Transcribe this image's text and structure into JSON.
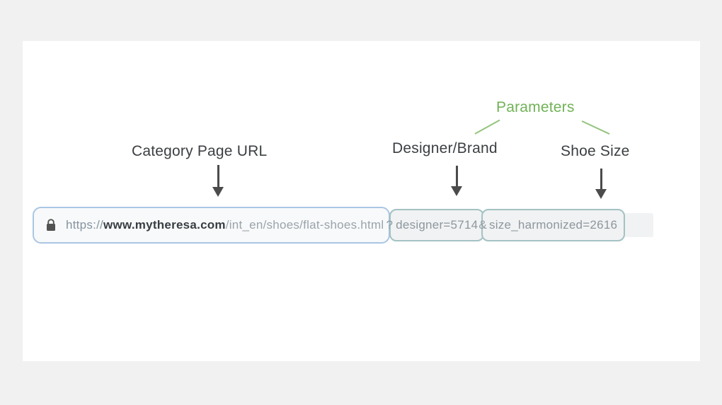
{
  "diagram": {
    "labels": {
      "category_page_url": "Category Page URL",
      "parameters": "Parameters",
      "designer_brand": "Designer/Brand",
      "shoe_size": "Shoe Size"
    },
    "url_bar": {
      "lock_icon": "lock-icon",
      "segments": {
        "scheme": "https://",
        "domain": "www.mytheresa.com",
        "path": "/int_en/shoes/flat-shoes.html",
        "query_separator": "?",
        "designer_param": "designer=5714",
        "ampersand": "&",
        "size_param": "size_harmonized=2616"
      },
      "full_url": "https://www.mytheresa.com/int_en/shoes/flat-shoes.html?designer=5714&size_harmonized=2616"
    },
    "colors": {
      "page_background": "#f1f1f2",
      "card_background": "#ffffff",
      "parameters_green": "#71b257",
      "connector_green": "#93c47d",
      "label_text": "#3b3f42",
      "arrow_gray": "#4b4b4b",
      "url_box_border_blue": "#a9c6e4",
      "param_box_border_teal": "#a3c2c3",
      "address_bar_fill": "#f1f2f3",
      "url_domain_text": "#383d43",
      "url_path_text": "#9aa4ab"
    }
  }
}
